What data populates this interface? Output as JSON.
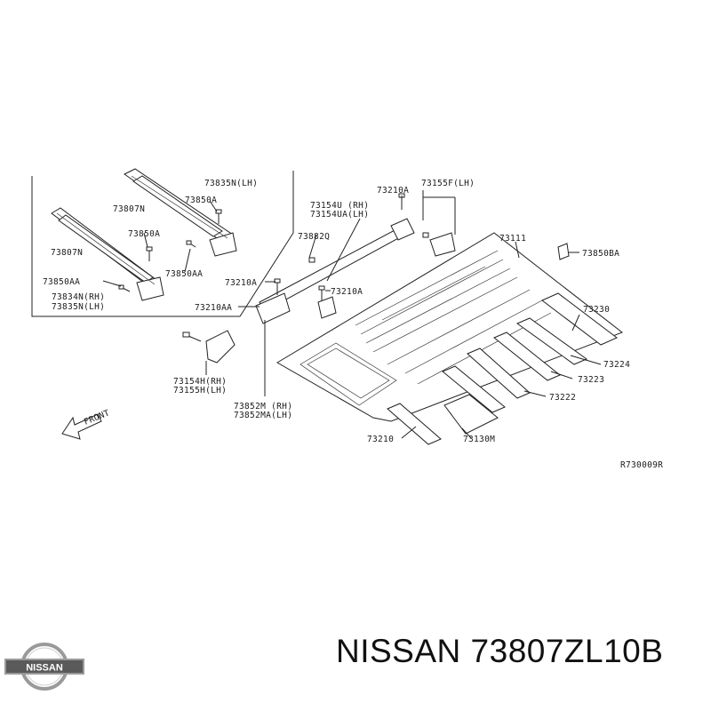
{
  "labels": {
    "l_73835n_top": "73835N(LH)",
    "l_73807n_a": "73807N",
    "l_73850a_a": "73850A",
    "l_73807n_b": "73807N",
    "l_73850a_b": "73850A",
    "l_73850aa_a": "73850AA",
    "l_73850aa_b": "73850AA",
    "l_73834n": "73834N(RH)",
    "l_73835n": "73835N(LH)",
    "l_73154u": "73154U (RH)",
    "l_73154ua": "73154UA(LH)",
    "l_73882q": "73882Q",
    "l_73210a_a": "73210A",
    "l_73210a_b": "73210A",
    "l_73210a_c": "73210A",
    "l_73210aa": "73210AA",
    "l_73155f": "73155F(LH)",
    "l_73111": "73111",
    "l_73850ba": "73850BA",
    "l_73230": "73230",
    "l_73224": "73224",
    "l_73223": "73223",
    "l_73222": "73222",
    "l_73154h": "73154H(RH)",
    "l_73155h": "73155H(LH)",
    "l_73852m": "73852M (RH)",
    "l_73852ma": "73852MA(LH)",
    "l_73210": "73210",
    "l_73130m": "73130M",
    "l_front": "FRONT",
    "l_ref": "R730009R"
  },
  "footer": {
    "title": "NISSAN 73807ZL10B",
    "logo_text": "NISSAN"
  },
  "colors": {
    "ink": "#222222",
    "logo_metal": "#9a9a9a",
    "logo_band": "#5a5a5a"
  }
}
